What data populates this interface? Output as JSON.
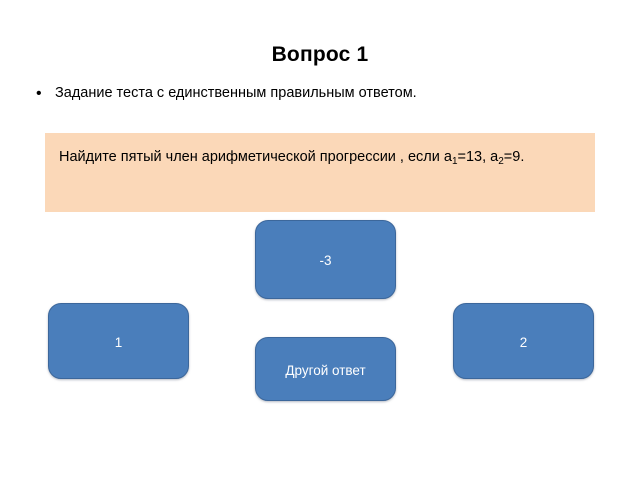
{
  "slide": {
    "title": "Вопрос 1",
    "bullet": {
      "glyph": "•",
      "text": "Задание теста с единственным правильным ответом."
    },
    "question": {
      "prefix": "Найдите пятый член арифметической прогрессии , если a",
      "sub1": "1",
      "mid": "=13, a",
      "sub2": "2",
      "suffix": "=9."
    },
    "answers": [
      {
        "id": "top",
        "label": "-3"
      },
      {
        "id": "left",
        "label": "1"
      },
      {
        "id": "right",
        "label": "2"
      },
      {
        "id": "other",
        "label": "Другой ответ"
      }
    ],
    "colors": {
      "button_fill": "#4a7ebb",
      "button_border": "#3c679b",
      "button_text": "#ffffff",
      "question_box_bg": "#fbd8b8",
      "slide_bg": "#ffffff",
      "title_text": "#000000"
    }
  }
}
